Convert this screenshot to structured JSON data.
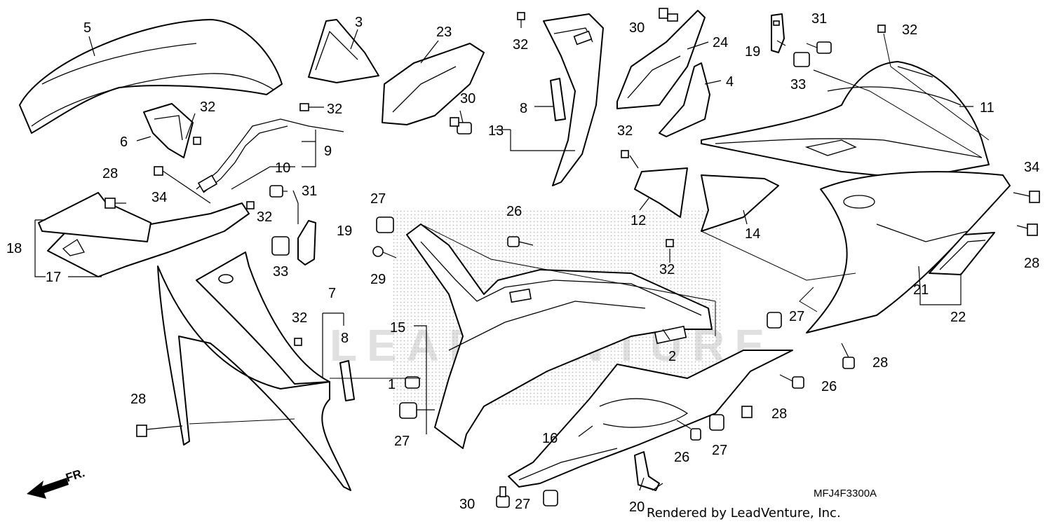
{
  "diagram": {
    "code": "MFJ4F3300A",
    "credit": "Rendered by LeadVenture, Inc.",
    "direction_label": "FR.",
    "watermark": "LEADVENTURE"
  },
  "callouts": [
    {
      "id": "c5",
      "label": "5"
    },
    {
      "id": "c3",
      "label": "3"
    },
    {
      "id": "c23",
      "label": "23"
    },
    {
      "id": "c32a",
      "label": "32"
    },
    {
      "id": "c30a",
      "label": "30"
    },
    {
      "id": "c24",
      "label": "24"
    },
    {
      "id": "c31a",
      "label": "31"
    },
    {
      "id": "c32b",
      "label": "32"
    },
    {
      "id": "c19a",
      "label": "19"
    },
    {
      "id": "c4",
      "label": "4"
    },
    {
      "id": "c33a",
      "label": "33"
    },
    {
      "id": "c11",
      "label": "11"
    },
    {
      "id": "c32c",
      "label": "32"
    },
    {
      "id": "c6",
      "label": "6"
    },
    {
      "id": "c32d",
      "label": "32"
    },
    {
      "id": "c30b",
      "label": "30"
    },
    {
      "id": "c8a",
      "label": "8"
    },
    {
      "id": "c13",
      "label": "13"
    },
    {
      "id": "c9",
      "label": "9"
    },
    {
      "id": "c10",
      "label": "10"
    },
    {
      "id": "c32e",
      "label": "32"
    },
    {
      "id": "c28a",
      "label": "28"
    },
    {
      "id": "c34a",
      "label": "34"
    },
    {
      "id": "c31b",
      "label": "31"
    },
    {
      "id": "c27a",
      "label": "27"
    },
    {
      "id": "c26a",
      "label": "26"
    },
    {
      "id": "c12",
      "label": "12"
    },
    {
      "id": "c14",
      "label": "14"
    },
    {
      "id": "c34b",
      "label": "34"
    },
    {
      "id": "c18",
      "label": "18"
    },
    {
      "id": "c32f",
      "label": "32"
    },
    {
      "id": "c19b",
      "label": "19"
    },
    {
      "id": "c28b",
      "label": "28"
    },
    {
      "id": "c17",
      "label": "17"
    },
    {
      "id": "c33b",
      "label": "33"
    },
    {
      "id": "c29",
      "label": "29"
    },
    {
      "id": "c32g",
      "label": "32"
    },
    {
      "id": "c21",
      "label": "21"
    },
    {
      "id": "c7",
      "label": "7"
    },
    {
      "id": "c32h",
      "label": "32"
    },
    {
      "id": "c15",
      "label": "15"
    },
    {
      "id": "c22",
      "label": "22"
    },
    {
      "id": "c8b",
      "label": "8"
    },
    {
      "id": "c27b",
      "label": "27"
    },
    {
      "id": "c2",
      "label": "2"
    },
    {
      "id": "c28c",
      "label": "28"
    },
    {
      "id": "c1",
      "label": "1"
    },
    {
      "id": "c26b",
      "label": "26"
    },
    {
      "id": "c28d",
      "label": "28"
    },
    {
      "id": "c28e",
      "label": "28"
    },
    {
      "id": "c27c",
      "label": "27"
    },
    {
      "id": "c16",
      "label": "16"
    },
    {
      "id": "c26c",
      "label": "26"
    },
    {
      "id": "c27d",
      "label": "27"
    },
    {
      "id": "c30c",
      "label": "30"
    },
    {
      "id": "c27e",
      "label": "27"
    },
    {
      "id": "c20",
      "label": "20"
    }
  ]
}
